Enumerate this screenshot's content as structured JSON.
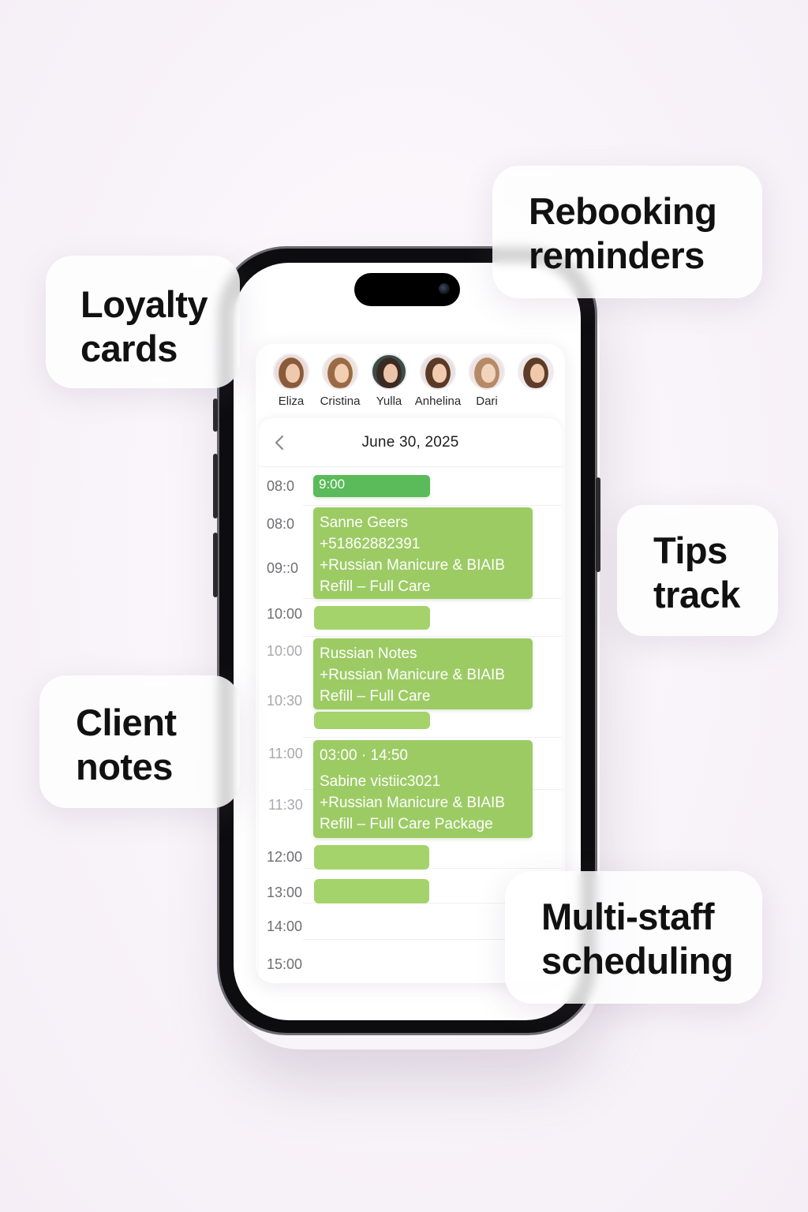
{
  "staff": [
    {
      "name": "Eliza",
      "hair": "#8a5a3a",
      "skin": "#efc9ad",
      "bg": "#e9dcd7"
    },
    {
      "name": "Cristina",
      "hair": "#9a6a44",
      "skin": "#f2cfb3",
      "bg": "#ece2dc"
    },
    {
      "name": "Yulla",
      "hair": "#3a2a22",
      "skin": "#ecc4a8",
      "bg": "#3a4e48"
    },
    {
      "name": "Anhelina",
      "hair": "#5a3a26",
      "skin": "#f0cbb0",
      "bg": "#e6e1e1"
    },
    {
      "name": "Dari",
      "hair": "#b58a66",
      "skin": "#f2d3bb",
      "bg": "#ece4e2"
    },
    {
      "name": "",
      "hair": "#5e3c2a",
      "skin": "#f0c9ad",
      "bg": "#efe9ea"
    }
  ],
  "calendar": {
    "date": "June 30, 2025",
    "times": [
      "08:0",
      "08:0",
      "09::0",
      "10:00",
      "10:00",
      "10:30",
      "11:00",
      "11:30",
      "12:00",
      "13:00",
      "14:00",
      "15:00"
    ],
    "appointments": [
      {
        "lines": [
          "9:00"
        ]
      },
      {
        "lines": [
          "Sanne Geers",
          "+51862882391",
          "+Russian Manicure & BIAIB",
          "Refill – Full Care"
        ]
      },
      {
        "lines": [
          "Russian Notes",
          "+Russian Manicure & BIAIB",
          "Refill – Full Care"
        ]
      },
      {
        "lines": [
          "03:00 · 14:50",
          "Sabine vistiic3021",
          "+Russian Manicure & BIAIB",
          "Refill – Full Care Package"
        ]
      }
    ]
  },
  "callouts": {
    "loyalty": [
      "Loyalty",
      "cards"
    ],
    "rebooking": [
      "Rebooking",
      "reminders"
    ],
    "tips": [
      "Tips",
      "track"
    ],
    "client_notes": [
      "Client",
      "notes"
    ],
    "multi_staff": [
      "Multi-staff",
      "scheduling"
    ]
  },
  "colors": {
    "appointment_green": "#9ccb64",
    "accent_green": "#5bbb5a",
    "background": "#f8f3f9"
  },
  "icons": {
    "back": "chevron-left-icon"
  }
}
